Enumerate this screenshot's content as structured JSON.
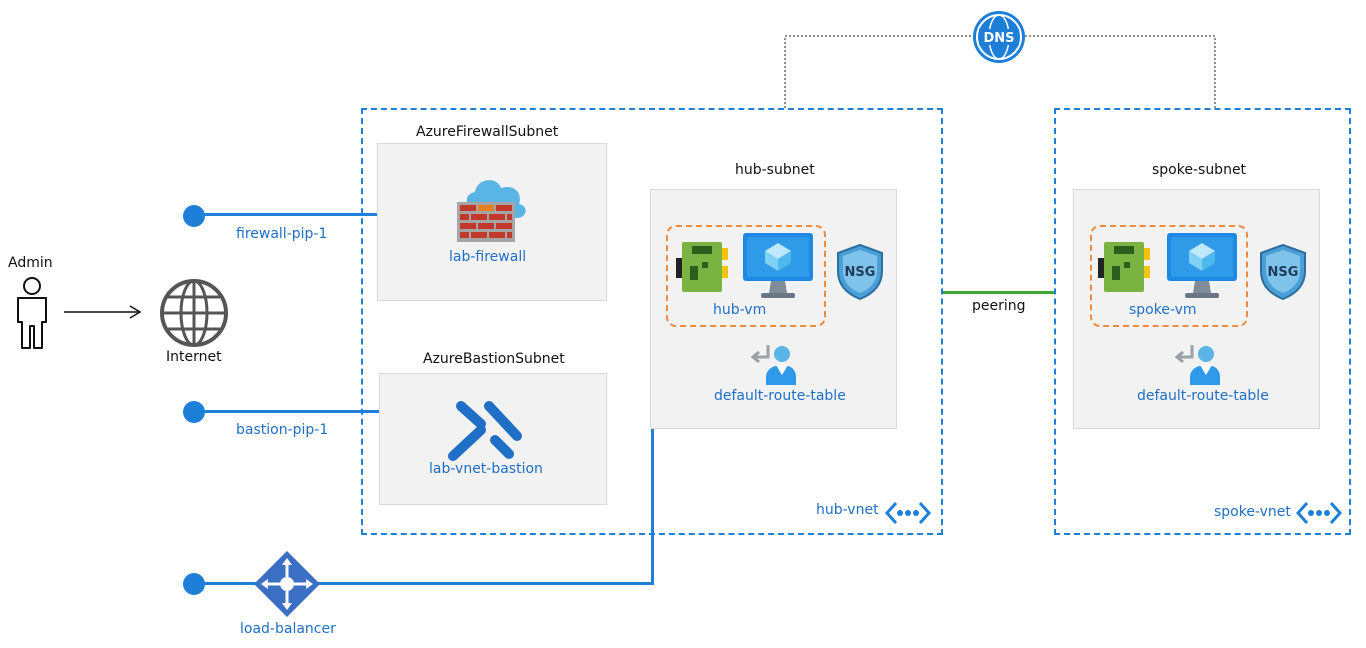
{
  "admin": {
    "label": "Admin"
  },
  "internet": {
    "label": "Internet"
  },
  "public_ips": {
    "firewall": "firewall-pip-1",
    "bastion": "bastion-pip-1"
  },
  "load_balancer": {
    "label": "load-balancer"
  },
  "dns": {
    "label": "DNS"
  },
  "hub": {
    "vnet_label": "hub-vnet",
    "firewall_subnet": {
      "title": "AzureFirewallSubnet",
      "resource": "lab-firewall"
    },
    "bastion_subnet": {
      "title": "AzureBastionSubnet",
      "resource": "lab-vnet-bastion"
    },
    "subnet": {
      "title": "hub-subnet",
      "vm": "hub-vm",
      "nsg": "NSG",
      "route_table": "default-route-table"
    }
  },
  "spoke": {
    "vnet_label": "spoke-vnet",
    "subnet": {
      "title": "spoke-subnet",
      "vm": "spoke-vm",
      "nsg": "NSG",
      "route_table": "default-route-table"
    }
  },
  "peering": {
    "label": "peering"
  },
  "colors": {
    "vnet_border": "#1e7fd8",
    "connector": "#1e7fd8",
    "peering": "#3aaa35",
    "vm_group_border": "#f08a3c",
    "label_blue": "#1f6fc6"
  }
}
